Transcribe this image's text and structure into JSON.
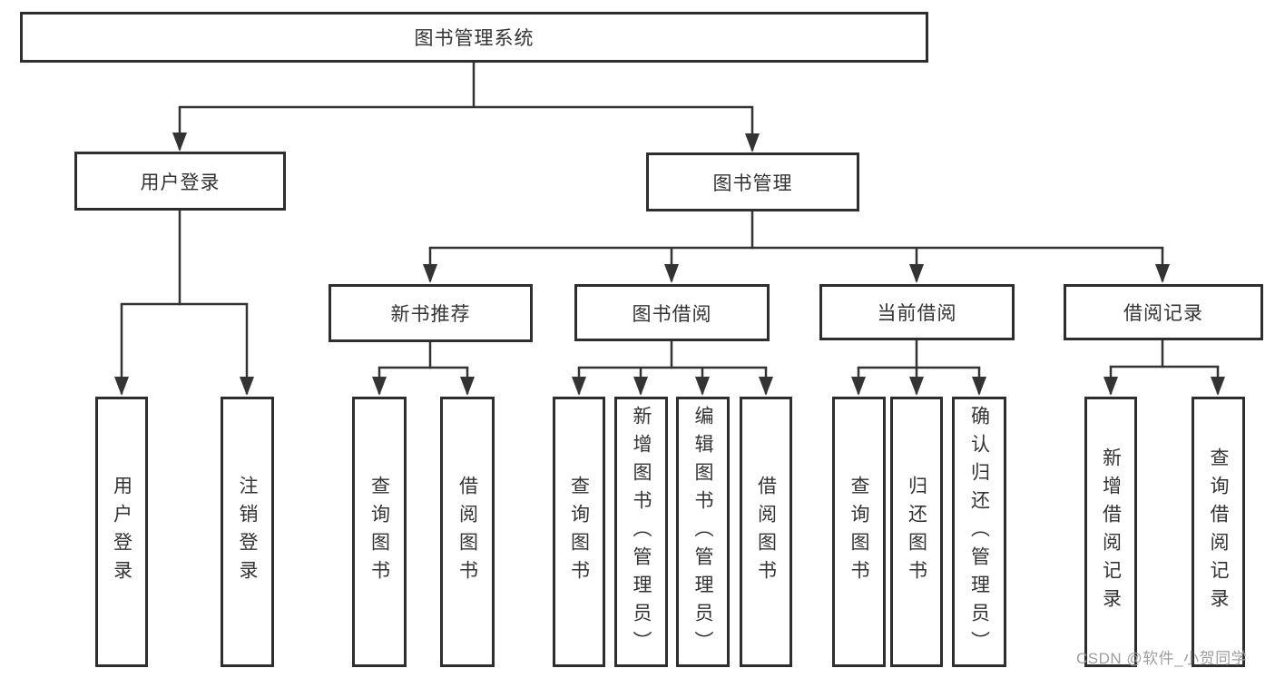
{
  "diagram": {
    "type": "hierarchy-tree",
    "root": {
      "label": "图书管理系统",
      "children": [
        {
          "label": "用户登录",
          "children": [
            {
              "label": "用户登录"
            },
            {
              "label": "注销登录"
            }
          ]
        },
        {
          "label": "图书管理",
          "children": [
            {
              "label": "新书推荐",
              "children": [
                {
                  "label": "查询图书"
                },
                {
                  "label": "借阅图书"
                }
              ]
            },
            {
              "label": "图书借阅",
              "children": [
                {
                  "label": "查询图书"
                },
                {
                  "label": "新增图书（管理员）"
                },
                {
                  "label": "编辑图书（管理员）"
                },
                {
                  "label": "借阅图书"
                }
              ]
            },
            {
              "label": "当前借阅",
              "children": [
                {
                  "label": "查询图书"
                },
                {
                  "label": "归还图书"
                },
                {
                  "label": "确认归还（管理员）"
                }
              ]
            },
            {
              "label": "借阅记录",
              "children": [
                {
                  "label": "新增借阅记录"
                },
                {
                  "label": "查询借阅记录"
                }
              ]
            }
          ]
        }
      ]
    }
  },
  "watermark": {
    "text": "CSDN @软件_小贺同学"
  },
  "colors": {
    "line": "#333333",
    "border": "#2e2e2e",
    "text": "#333333",
    "watermark": "#9e9e9e",
    "background": "#ffffff"
  }
}
